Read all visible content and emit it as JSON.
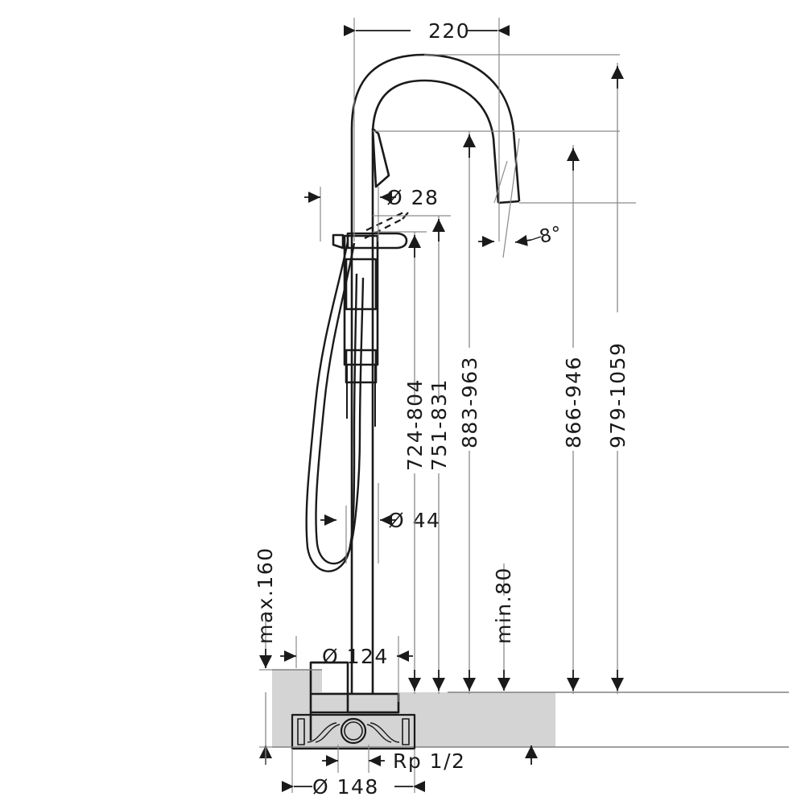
{
  "drawing": {
    "title": "Freestanding bath mixer dimensional drawing",
    "units": "mm",
    "line_color": "#1a1a1a",
    "thin_line_color": "#808080",
    "floor_fill": "#d4d4d4",
    "background": "#ffffff"
  },
  "dimensions": {
    "spout_reach": "220",
    "spout_tube_dia": "Ø 28",
    "angle": "8°",
    "column_dia": "Ø 44",
    "handle_height": "724-804",
    "diverter_height": "751-831",
    "spout_outlet_height": "883-963",
    "spout_underside_height": "866-946",
    "overall_height": "979-1059",
    "base_cover_dia": "Ø 124",
    "base_plate_dia": "Ø 148",
    "connection_thread": "Rp 1/2",
    "floor_buildup_max": "max.160",
    "floor_recess_min": "min.80"
  },
  "dimension_list": [
    {
      "id": "d-220",
      "label": "220",
      "orientation": "horizontal",
      "role": "spout-reach"
    },
    {
      "id": "d-28",
      "label": "Ø 28",
      "orientation": "horizontal",
      "role": "spout-tube-diameter"
    },
    {
      "id": "d-8deg",
      "label": "8°",
      "orientation": "angular",
      "role": "outlet-angle"
    },
    {
      "id": "d-44",
      "label": "Ø 44",
      "orientation": "horizontal",
      "role": "column-diameter"
    },
    {
      "id": "d-724",
      "label": "724-804",
      "orientation": "vertical",
      "role": "lever-handle-height"
    },
    {
      "id": "d-751",
      "label": "751-831",
      "orientation": "vertical",
      "role": "diverter-height"
    },
    {
      "id": "d-883",
      "label": "883-963",
      "orientation": "vertical",
      "role": "outlet-height"
    },
    {
      "id": "d-866",
      "label": "866-946",
      "orientation": "vertical",
      "role": "spout-underside-height"
    },
    {
      "id": "d-979",
      "label": "979-1059",
      "orientation": "vertical",
      "role": "overall-height"
    },
    {
      "id": "d-max160",
      "label": "max.160",
      "orientation": "vertical",
      "role": "max-floor-buildup"
    },
    {
      "id": "d-min80",
      "label": "min.80",
      "orientation": "vertical",
      "role": "min-floor-depth"
    },
    {
      "id": "d-124",
      "label": "Ø 124",
      "orientation": "horizontal",
      "role": "escutcheon-diameter"
    },
    {
      "id": "d-148",
      "label": "Ø 148",
      "orientation": "horizontal",
      "role": "base-plate-diameter"
    },
    {
      "id": "d-rp12",
      "label": "Rp 1/2",
      "orientation": "horizontal",
      "role": "supply-thread-size"
    }
  ]
}
